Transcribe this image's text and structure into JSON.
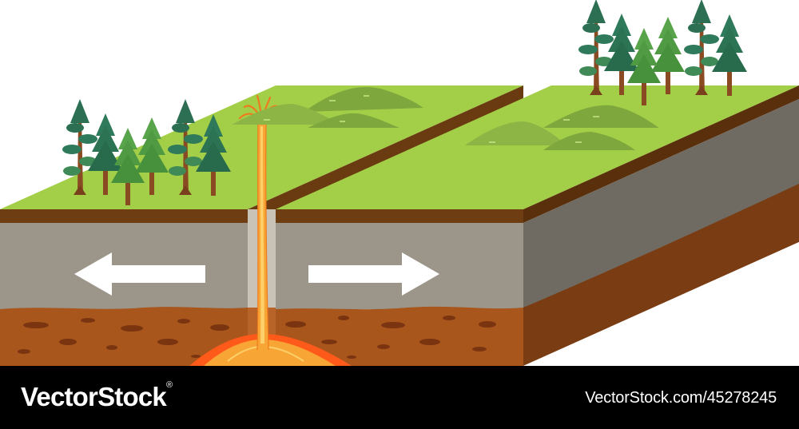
{
  "footer": {
    "brand": "VectorStock",
    "brand_mark": "®",
    "stock_id": "VectorStock.com/45278245"
  },
  "colors": {
    "grass_top": "#a3cf48",
    "soil_edge": "#6e3d12",
    "rock_front": "#9c958a",
    "rock_side": "#6f6a62",
    "mantle_front": "#a8561c",
    "mantle_side": "#7a3c12",
    "magma": "#f7a534",
    "lava_glow": "#ff6b1a",
    "arrow": "#ffffff",
    "footer_bg": "#000000"
  },
  "diagram": {
    "left_arrow_direction": "left",
    "right_arrow_direction": "right"
  }
}
